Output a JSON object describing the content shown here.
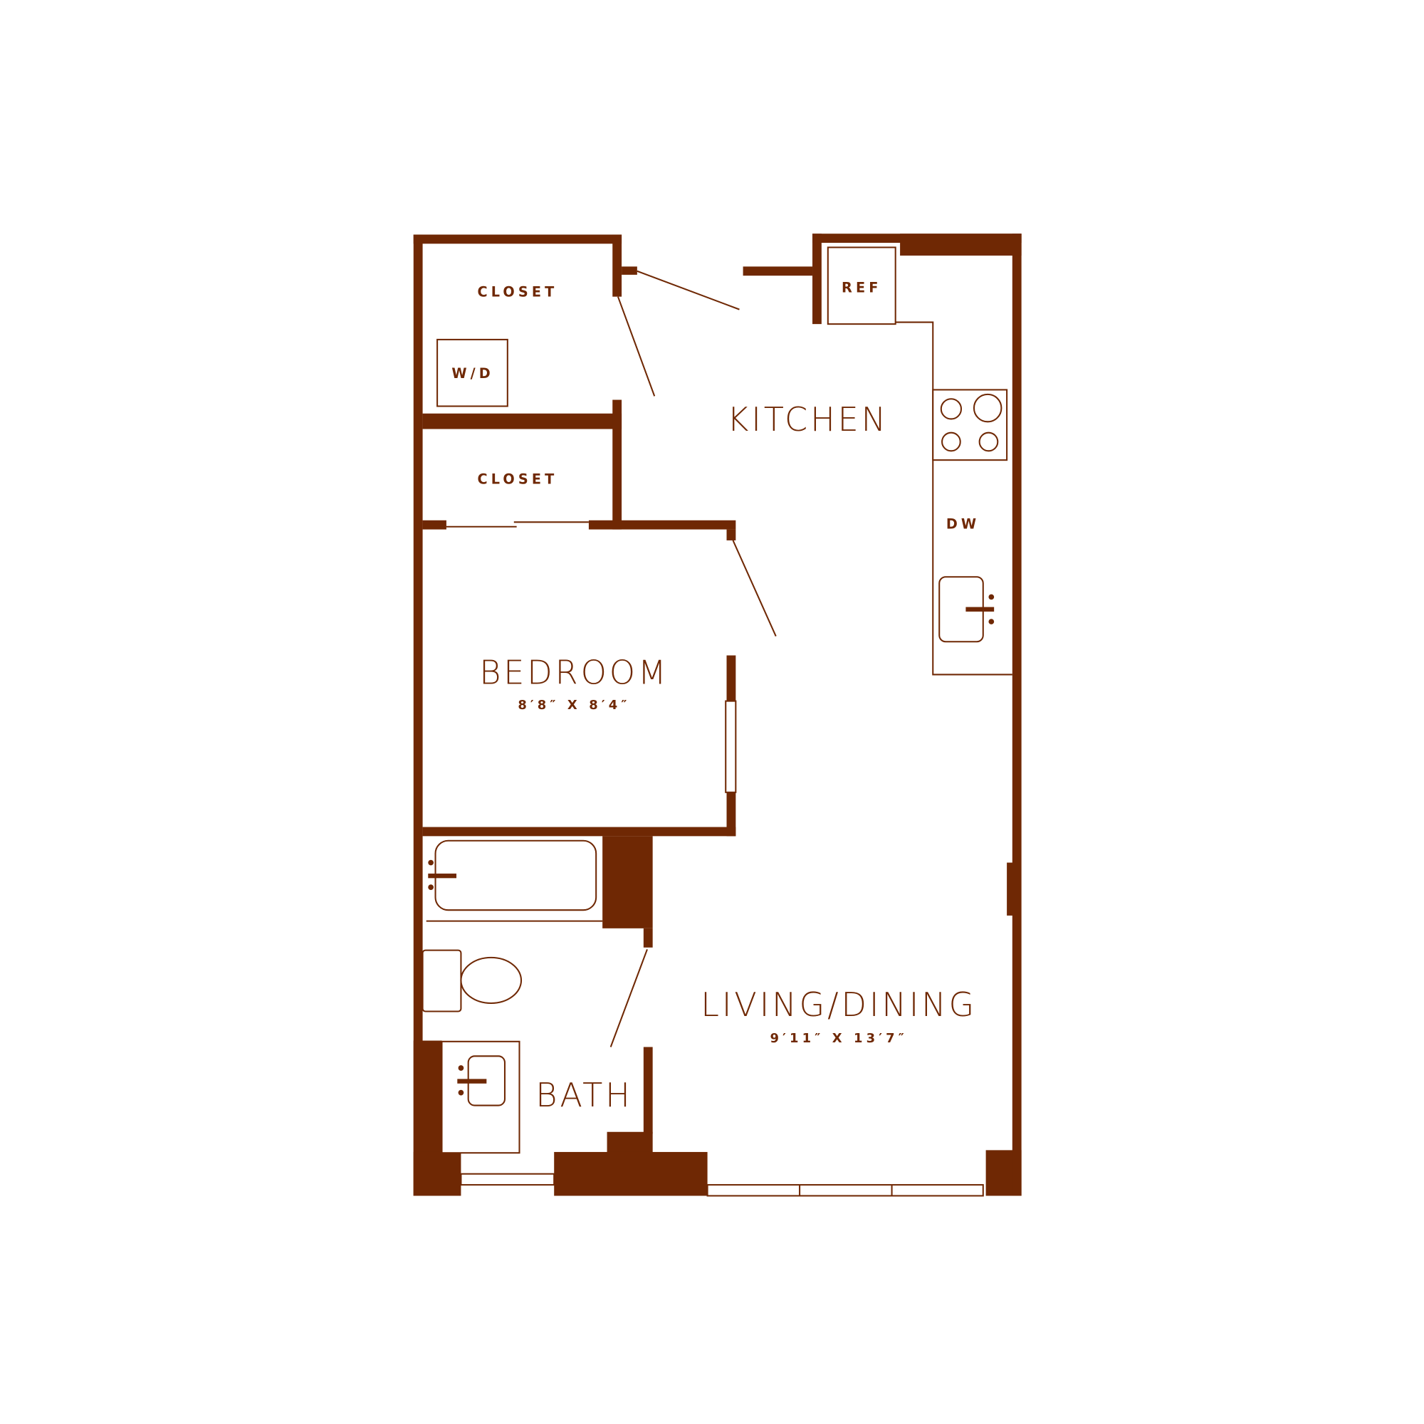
{
  "colors": {
    "wall": "#6f2804",
    "background": "#ffffff"
  },
  "rooms": {
    "closet_top": "CLOSET",
    "washer_dryer": "W/D",
    "closet_bottom": "CLOSET",
    "kitchen": "KITCHEN",
    "refrigerator": "REF",
    "dishwasher": "DW",
    "bedroom": {
      "label": "BEDROOM",
      "dimensions": "8′8″ X 8′4″"
    },
    "living_dining": {
      "label": "LIVING/DINING",
      "dimensions": "9′11″ X 13′7″"
    },
    "bath": "BATH"
  }
}
